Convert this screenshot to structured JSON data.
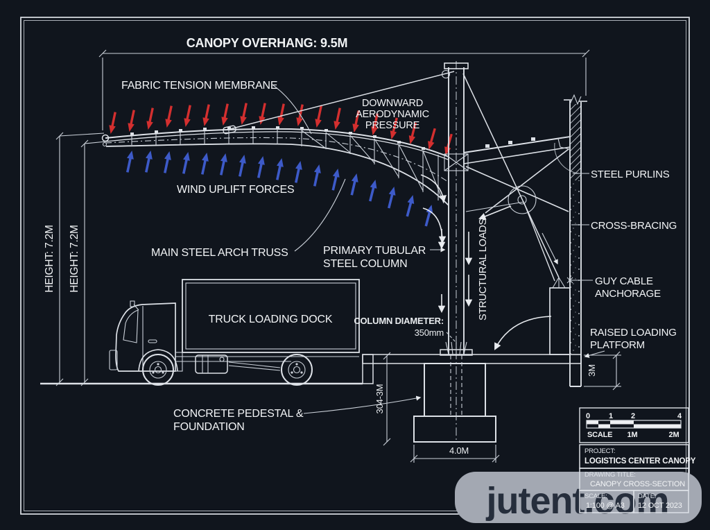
{
  "drawing": {
    "dimensions": {
      "overhang": "CANOPY OVERHANG: 9.5M",
      "height_outer": "HEIGHT: 7.2M",
      "height_inner": "HEIGHT: 7.2M",
      "foundation_depth": "304-3M",
      "footing_width": "4.0M",
      "platform_height": "3M"
    },
    "labels": {
      "fabric": "FABRIC TENSION MEMBRANE",
      "downward": [
        "DOWNWARD",
        "AERODYNAMIC",
        "PRESSURE"
      ],
      "uplift": "WIND UPLIFT FORCES",
      "arch_truss": "MAIN STEEL ARCH TRUSS",
      "column": [
        "PRIMARY TUBULAR",
        "STEEL COLUMN"
      ],
      "truck": "TRUCK LOADING DOCK",
      "column_diameter": [
        "COLUMN DIAMETER:",
        "350mm"
      ],
      "structural_loads": "STRUCTURAL LOADS",
      "purlins": "STEEL PURLINS",
      "bracing": "CROSS-BRACING",
      "guy": [
        "GUY CABLE",
        "ANCHORAGE"
      ],
      "platform": [
        "RAISED LOADING",
        "PLATFORM"
      ],
      "pedestal": [
        "CONCRETE PEDESTAL &",
        "FOUNDATION"
      ]
    }
  },
  "scale_bar": {
    "ticks": [
      "0",
      "1",
      "2",
      "4"
    ],
    "labels": [
      "SCALE",
      "1M",
      "2M"
    ]
  },
  "title_block": {
    "project_label": "PROJECT:",
    "project": "LOGISTICS CENTER CANOPY",
    "drawing_label": "DRAWING TITLE:",
    "drawing_title": "CANOPY CROSS-SECTION",
    "scale_label": "SCALE:",
    "scale": "1:100 @ A3",
    "date_label": "DATE:",
    "date": "12 OCT 2023"
  },
  "watermark": {
    "text": "jutent.com"
  },
  "colors": {
    "background": "#252e3d",
    "line": "#dde1e7",
    "text": "#f2f4f6",
    "pressure_red": "#d32f2f",
    "uplift_blue": "#3d5ac8",
    "watermark_bg": "#a3a8b2",
    "watermark_text": "#262e3c"
  }
}
